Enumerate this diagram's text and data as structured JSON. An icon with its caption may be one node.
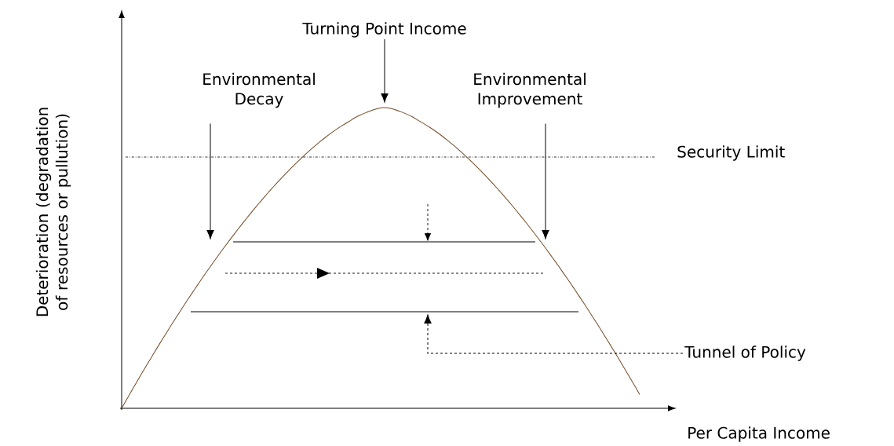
{
  "diagram": {
    "nodes": [
      {
        "text": [
          "Turning Point Income"
        ]
      },
      {
        "text": [
          "Environmental Decay"
        ]
      },
      {
        "text": [
          "Environmental Improvement"
        ]
      },
      {
        "text": [
          "Tunnel of Policy"
        ]
      }
    ],
    "edges": [
      {
        "from": 0,
        "to": null,
        "arrow": "to"
      },
      {
        "from": 1,
        "to": null,
        "arrow": "to"
      },
      {
        "from": 2,
        "to": null,
        "arrow": "to"
      },
      {
        "from": 3,
        "to": null,
        "arrow": "to",
        "style": "dashed"
      }
    ],
    "labels": [
      "Security Limit",
      "Deterioration (degradation of resources or pullution)",
      "Per Capita Income"
    ]
  }
}
